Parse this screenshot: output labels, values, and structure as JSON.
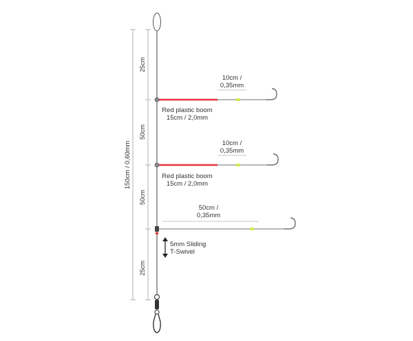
{
  "diagram": {
    "overall_length_label": "150cm / 0,60mm",
    "segment_labels": [
      "25cm",
      "50cm",
      "50cm",
      "25cm"
    ],
    "booms": [
      {
        "line1": "Red plastic boom",
        "line2": "15cm / 2,0mm"
      },
      {
        "line1": "Red plastic boom",
        "line2": "15cm / 2,0mm"
      }
    ],
    "snoods": [
      {
        "line1": "10cm /",
        "line2": "0,35mm"
      },
      {
        "line1": "10cm /",
        "line2": "0,35mm"
      },
      {
        "line1": "50cm /",
        "line2": "0,35mm"
      }
    ],
    "swivel": {
      "line1": "5mm Sliding",
      "line2": "T-Swivel"
    },
    "colors": {
      "line": "#6e6e6e",
      "boom": "#e8323c",
      "bead": "#d4e84a",
      "dimension": "#b0b0b0",
      "text": "#333333"
    }
  }
}
